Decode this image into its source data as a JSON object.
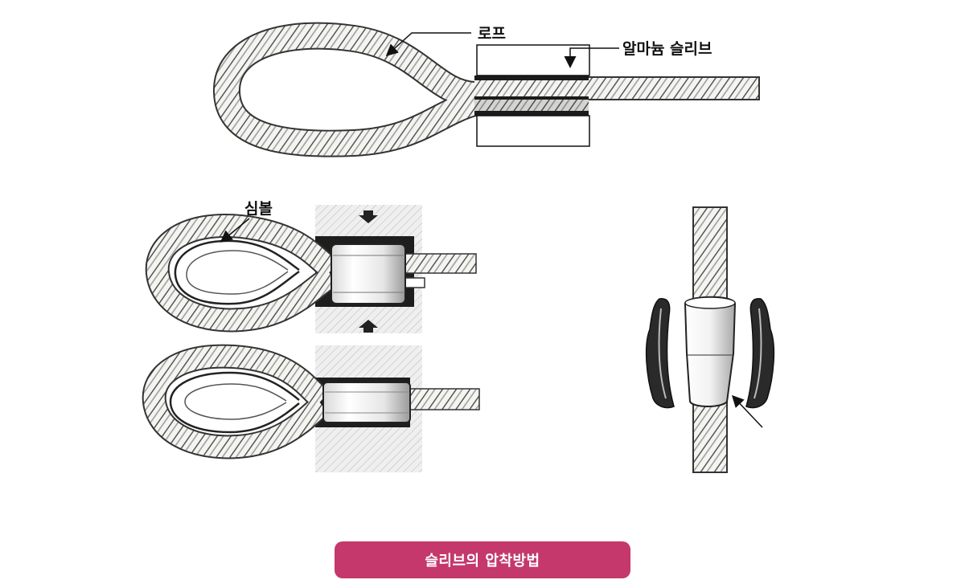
{
  "labels": {
    "rope": "로프",
    "sleeve": "알마늄 슬리브",
    "thimble": "심볼"
  },
  "caption": "슬리브의 압착방법",
  "colors": {
    "caption_bg": "#c4386b",
    "caption_text": "#ffffff",
    "line": "#222222",
    "rope_fill": "#f4f4f0",
    "die_fill": "#eeeeee"
  }
}
